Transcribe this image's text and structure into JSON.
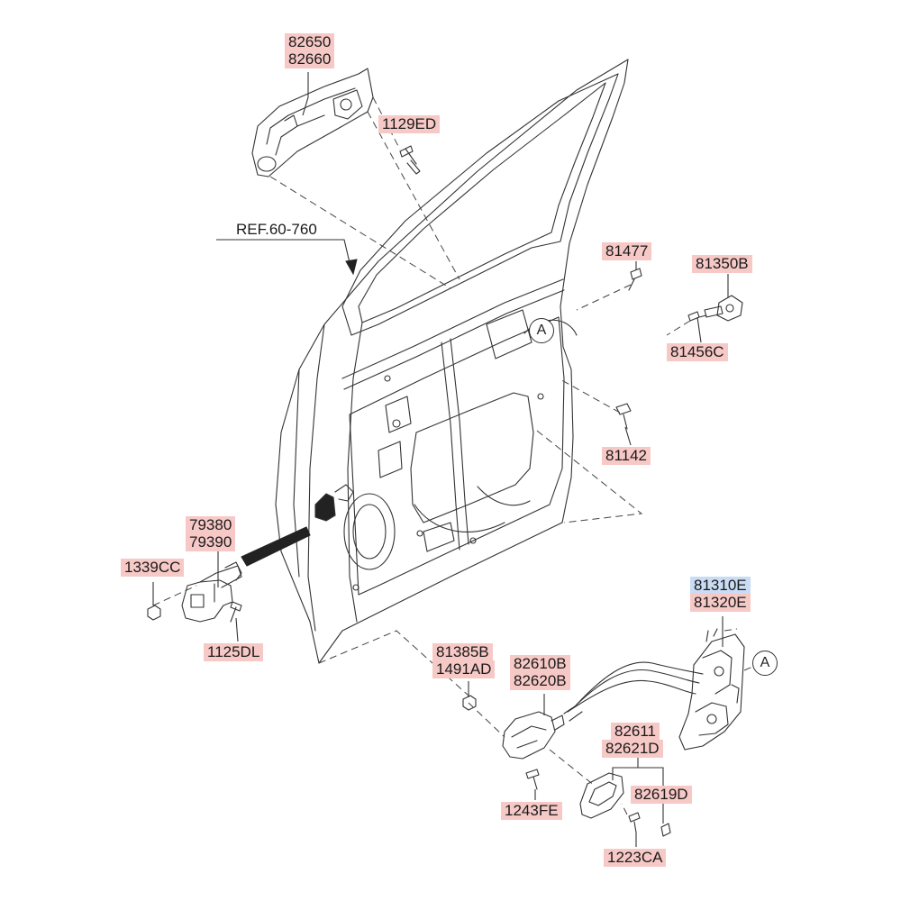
{
  "labels": {
    "p82650": "82650",
    "p82660": "82660",
    "p1129ED": "1129ED",
    "ref": "REF.60-760",
    "p81477": "81477",
    "p81350B": "81350B",
    "p81456C": "81456C",
    "p81142": "81142",
    "p79380": "79380",
    "p79390": "79390",
    "p1339CC": "1339CC",
    "p1125DL": "1125DL",
    "p81310E": "81310E",
    "p81320E": "81320E",
    "p81385B": "81385B",
    "p1491AD": "1491AD",
    "p82610B": "82610B",
    "p82620B": "82620B",
    "p82611": "82611",
    "p82621D": "82621D",
    "p82619D": "82619D",
    "p1243FE": "1243FE",
    "p1223CA": "1223CA"
  },
  "callouts": {
    "detail_a_door": "A",
    "detail_a_latch": "A"
  },
  "colors": {
    "label_highlight": "#f6c9c6",
    "label_highlight_blue": "#c9dcf3",
    "line": "#333333"
  }
}
